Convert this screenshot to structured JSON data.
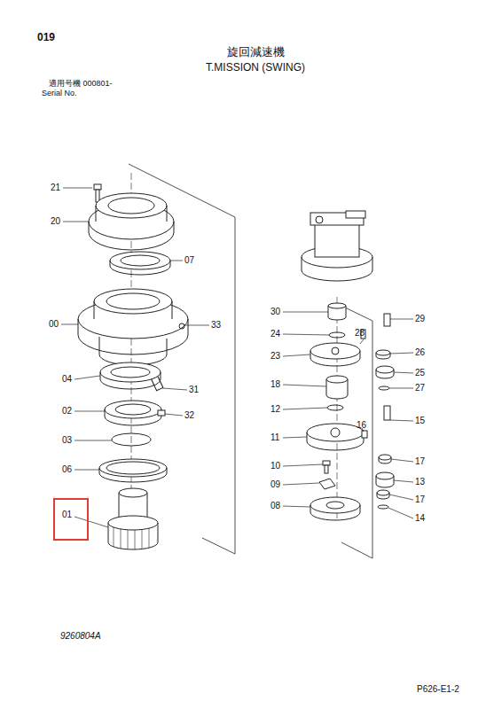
{
  "diagram": {
    "title": "旋回減速機",
    "nodes": [
      {
        "text": [
          "01"
        ]
      }
    ],
    "labels": [
      "019",
      "T.MISSION (SWING)",
      "適用号機 000801-",
      "Serial No.",
      "21",
      "20",
      "07",
      "00",
      "33",
      "04",
      "31",
      "02",
      "32",
      "03",
      "06",
      "30",
      "29",
      "24",
      "28",
      "26",
      "23",
      "25",
      "27",
      "18",
      "12",
      "15",
      "11",
      "16",
      "17",
      "10",
      "13",
      "09",
      "17",
      "08",
      "14",
      "9260804A",
      "P626-E1-2"
    ]
  }
}
